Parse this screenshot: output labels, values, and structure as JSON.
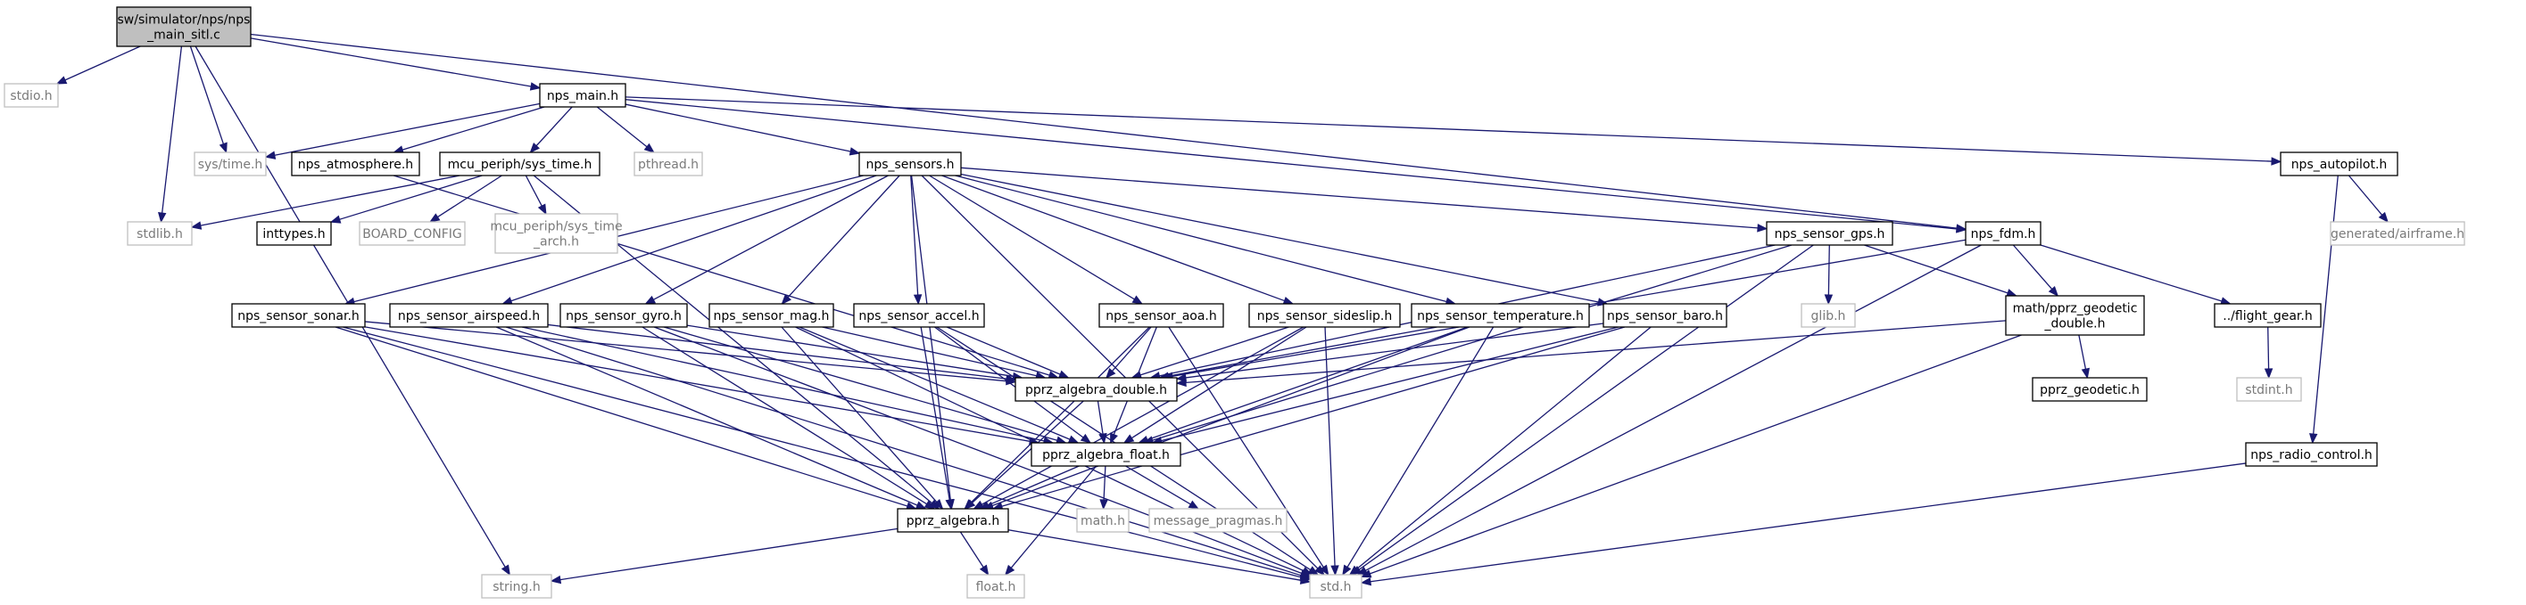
{
  "colors": {
    "edge": "#191970",
    "node_border": "#000000",
    "external_border": "#bfbfbf",
    "root_fill": "#bfbfbf",
    "external_text": "#7a7a7a"
  },
  "nodes": [
    {
      "id": "root",
      "lines": [
        "sw/simulator/nps/nps",
        "_main_sitl.c"
      ],
      "style": "root"
    },
    {
      "id": "stdio",
      "lines": [
        "stdio.h"
      ],
      "style": "ext"
    },
    {
      "id": "npsmain",
      "lines": [
        "nps_main.h"
      ],
      "style": "doc"
    },
    {
      "id": "systime",
      "lines": [
        "sys/time.h"
      ],
      "style": "ext"
    },
    {
      "id": "stdlib",
      "lines": [
        "stdlib.h"
      ],
      "style": "ext"
    },
    {
      "id": "string",
      "lines": [
        "string.h"
      ],
      "style": "ext"
    },
    {
      "id": "npsatm",
      "lines": [
        "nps_atmosphere.h"
      ],
      "style": "doc"
    },
    {
      "id": "mcusys",
      "lines": [
        "mcu_periph/sys_time.h"
      ],
      "style": "doc"
    },
    {
      "id": "pthread",
      "lines": [
        "pthread.h"
      ],
      "style": "ext"
    },
    {
      "id": "npssensors",
      "lines": [
        "nps_sensors.h"
      ],
      "style": "doc"
    },
    {
      "id": "npsfdm",
      "lines": [
        "nps_fdm.h"
      ],
      "style": "doc"
    },
    {
      "id": "npsautopilot",
      "lines": [
        "nps_autopilot.h"
      ],
      "style": "doc"
    },
    {
      "id": "inttypes",
      "lines": [
        "inttypes.h"
      ],
      "style": "doc"
    },
    {
      "id": "boardconfig",
      "lines": [
        "BOARD_CONFIG"
      ],
      "style": "ext"
    },
    {
      "id": "mcuarch",
      "lines": [
        "mcu_periph/sys_time",
        "_arch.h"
      ],
      "style": "ext"
    },
    {
      "id": "sonar",
      "lines": [
        "nps_sensor_sonar.h"
      ],
      "style": "doc"
    },
    {
      "id": "airspeed",
      "lines": [
        "nps_sensor_airspeed.h"
      ],
      "style": "doc"
    },
    {
      "id": "gyro",
      "lines": [
        "nps_sensor_gyro.h"
      ],
      "style": "doc"
    },
    {
      "id": "mag",
      "lines": [
        "nps_sensor_mag.h"
      ],
      "style": "doc"
    },
    {
      "id": "accel",
      "lines": [
        "nps_sensor_accel.h"
      ],
      "style": "doc"
    },
    {
      "id": "aoa",
      "lines": [
        "nps_sensor_aoa.h"
      ],
      "style": "doc"
    },
    {
      "id": "sideslip",
      "lines": [
        "nps_sensor_sideslip.h"
      ],
      "style": "doc"
    },
    {
      "id": "temperature",
      "lines": [
        "nps_sensor_temperature.h"
      ],
      "style": "doc"
    },
    {
      "id": "baro",
      "lines": [
        "nps_sensor_baro.h"
      ],
      "style": "doc"
    },
    {
      "id": "gps",
      "lines": [
        "nps_sensor_gps.h"
      ],
      "style": "doc"
    },
    {
      "id": "glib",
      "lines": [
        "glib.h"
      ],
      "style": "ext"
    },
    {
      "id": "geodetic_double",
      "lines": [
        "math/pprz_geodetic",
        "_double.h"
      ],
      "style": "doc"
    },
    {
      "id": "flightgear",
      "lines": [
        "../flight_gear.h"
      ],
      "style": "doc"
    },
    {
      "id": "airframe",
      "lines": [
        "generated/airframe.h"
      ],
      "style": "ext"
    },
    {
      "id": "stdint",
      "lines": [
        "stdint.h"
      ],
      "style": "ext"
    },
    {
      "id": "geodetic",
      "lines": [
        "pprz_geodetic.h"
      ],
      "style": "doc"
    },
    {
      "id": "radio",
      "lines": [
        "nps_radio_control.h"
      ],
      "style": "doc"
    },
    {
      "id": "algdouble",
      "lines": [
        "pprz_algebra_double.h"
      ],
      "style": "doc"
    },
    {
      "id": "algfloat",
      "lines": [
        "pprz_algebra_float.h"
      ],
      "style": "doc"
    },
    {
      "id": "math",
      "lines": [
        "math.h"
      ],
      "style": "ext"
    },
    {
      "id": "msgpragmas",
      "lines": [
        "message_pragmas.h"
      ],
      "style": "ext"
    },
    {
      "id": "algebra",
      "lines": [
        "pprz_algebra.h"
      ],
      "style": "doc"
    },
    {
      "id": "floath",
      "lines": [
        "float.h"
      ],
      "style": "ext"
    },
    {
      "id": "stdh",
      "lines": [
        "std.h"
      ],
      "style": "ext"
    }
  ],
  "edges": [
    [
      "root",
      "stdio"
    ],
    [
      "root",
      "npsmain"
    ],
    [
      "root",
      "systime"
    ],
    [
      "root",
      "stdlib"
    ],
    [
      "root",
      "string"
    ],
    [
      "root",
      "npsfdm"
    ],
    [
      "npsmain",
      "systime"
    ],
    [
      "npsmain",
      "npsatm"
    ],
    [
      "npsmain",
      "mcusys"
    ],
    [
      "npsmain",
      "pthread"
    ],
    [
      "npsmain",
      "npssensors"
    ],
    [
      "npsmain",
      "npsfdm"
    ],
    [
      "npsmain",
      "npsautopilot"
    ],
    [
      "npsatm",
      "algdouble"
    ],
    [
      "mcusys",
      "stdlib"
    ],
    [
      "mcusys",
      "inttypes"
    ],
    [
      "mcusys",
      "boardconfig"
    ],
    [
      "mcusys",
      "mcuarch"
    ],
    [
      "mcusys",
      "algebra"
    ],
    [
      "npssensors",
      "sonar"
    ],
    [
      "npssensors",
      "airspeed"
    ],
    [
      "npssensors",
      "gyro"
    ],
    [
      "npssensors",
      "mag"
    ],
    [
      "npssensors",
      "accel"
    ],
    [
      "npssensors",
      "aoa"
    ],
    [
      "npssensors",
      "sideslip"
    ],
    [
      "npssensors",
      "temperature"
    ],
    [
      "npssensors",
      "baro"
    ],
    [
      "npssensors",
      "gps"
    ],
    [
      "npssensors",
      "algebra"
    ],
    [
      "npssensors",
      "stdh"
    ],
    [
      "npsautopilot",
      "airframe"
    ],
    [
      "npsautopilot",
      "radio"
    ],
    [
      "npsfdm",
      "geodetic_double"
    ],
    [
      "npsfdm",
      "flightgear"
    ],
    [
      "npsfdm",
      "algdouble"
    ],
    [
      "npsfdm",
      "stdh"
    ],
    [
      "gps",
      "glib"
    ],
    [
      "gps",
      "geodetic_double"
    ],
    [
      "gps",
      "algdouble"
    ],
    [
      "gps",
      "algfloat"
    ],
    [
      "gps",
      "stdh"
    ],
    [
      "geodetic_double",
      "geodetic"
    ],
    [
      "geodetic_double",
      "algdouble"
    ],
    [
      "geodetic_double",
      "stdh"
    ],
    [
      "flightgear",
      "stdint"
    ],
    [
      "radio",
      "stdh"
    ],
    [
      "sonar",
      "algdouble"
    ],
    [
      "sonar",
      "algfloat"
    ],
    [
      "sonar",
      "algebra"
    ],
    [
      "sonar",
      "stdh"
    ],
    [
      "airspeed",
      "algdouble"
    ],
    [
      "airspeed",
      "algfloat"
    ],
    [
      "airspeed",
      "algebra"
    ],
    [
      "airspeed",
      "stdh"
    ],
    [
      "gyro",
      "algdouble"
    ],
    [
      "gyro",
      "algfloat"
    ],
    [
      "gyro",
      "algebra"
    ],
    [
      "gyro",
      "stdh"
    ],
    [
      "mag",
      "algdouble"
    ],
    [
      "mag",
      "algfloat"
    ],
    [
      "mag",
      "algebra"
    ],
    [
      "mag",
      "stdh"
    ],
    [
      "accel",
      "algdouble"
    ],
    [
      "accel",
      "algfloat"
    ],
    [
      "accel",
      "algebra"
    ],
    [
      "accel",
      "stdh"
    ],
    [
      "aoa",
      "algdouble"
    ],
    [
      "aoa",
      "algfloat"
    ],
    [
      "aoa",
      "algebra"
    ],
    [
      "aoa",
      "stdh"
    ],
    [
      "sideslip",
      "algdouble"
    ],
    [
      "sideslip",
      "algfloat"
    ],
    [
      "sideslip",
      "algebra"
    ],
    [
      "sideslip",
      "stdh"
    ],
    [
      "temperature",
      "algdouble"
    ],
    [
      "temperature",
      "algfloat"
    ],
    [
      "temperature",
      "algebra"
    ],
    [
      "temperature",
      "stdh"
    ],
    [
      "baro",
      "algdouble"
    ],
    [
      "baro",
      "algfloat"
    ],
    [
      "baro",
      "algebra"
    ],
    [
      "baro",
      "stdh"
    ],
    [
      "algdouble",
      "algfloat"
    ],
    [
      "algdouble",
      "algebra"
    ],
    [
      "algfloat",
      "algebra"
    ],
    [
      "algfloat",
      "math"
    ],
    [
      "algfloat",
      "msgpragmas"
    ],
    [
      "algfloat",
      "floath"
    ],
    [
      "algebra",
      "floath"
    ],
    [
      "algebra",
      "stdh"
    ],
    [
      "algebra",
      "string"
    ]
  ]
}
